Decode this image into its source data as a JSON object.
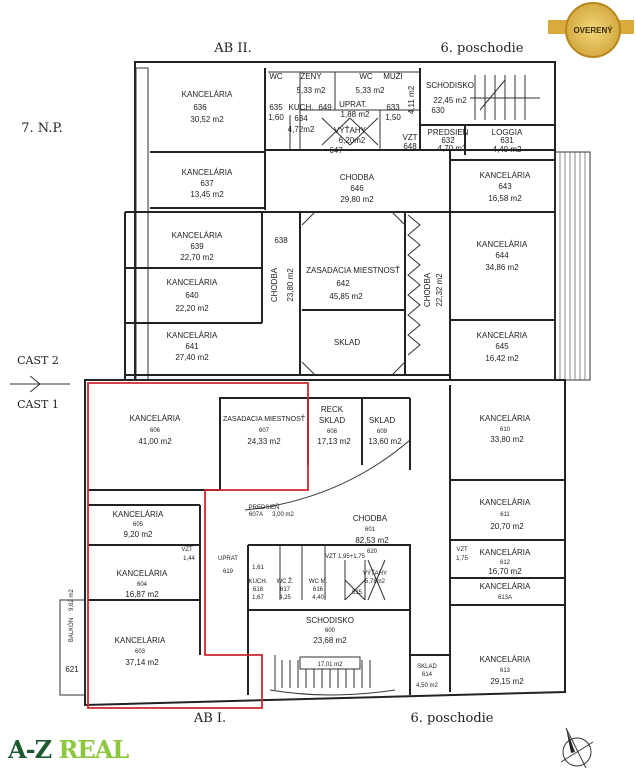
{
  "headings": {
    "ab2": "AB II.",
    "floor_top": "6. poschodie",
    "np": "7. N.P.",
    "cast2": "CAST 2",
    "cast1": "CAST 1",
    "ab1": "AB I.",
    "floor_bottom": "6. poschodie"
  },
  "badge": {
    "text": "OVERENÝ"
  },
  "logo": {
    "part1": "A-Z",
    "part2": "REAL"
  },
  "colors": {
    "selection_outline": "#d0262e",
    "logo_dark": "#1f5a32",
    "logo_light": "#8dc63f"
  },
  "rooms": {
    "r636": {
      "name": "KANCELÁRIA",
      "no": "636",
      "area": "30,52 m2"
    },
    "r637": {
      "name": "KANCELÁRIA",
      "no": "637",
      "area": "13,45 m2"
    },
    "wc1": "WC",
    "zeny": "ŽENY",
    "zeny_area": "5,33 m2",
    "wc2": "WC",
    "muzi": "MUŽI",
    "muzi_area": "5,33 m2",
    "r635": "635",
    "r635a": "1,60",
    "r634": {
      "name": "KUCH.",
      "no": "634",
      "area": "4,72m2"
    },
    "r649": "649",
    "uprat": {
      "name": "UPRAT.",
      "area": "1,88 m2"
    },
    "r633": "633",
    "r633a": "1,50",
    "vytahy": {
      "name": "VÝŤAHY",
      "area": "6,20m2",
      "no": "647"
    },
    "vzt648": {
      "name": "VZT",
      "no": "648",
      "area": "4,11 m2"
    },
    "r630": {
      "name": "SCHODISKO",
      "area": "22,45 m2",
      "no": "630"
    },
    "r632": {
      "name": "PREDSIEŇ",
      "no": "632",
      "area": "4,70 m2"
    },
    "r631": {
      "name": "LOGGIA",
      "no": "631",
      "area": "4,40 m2"
    },
    "r646": {
      "name": "CHODBA",
      "no": "646",
      "area": "29,80 m2"
    },
    "r643": {
      "name": "KANCELÁRIA",
      "no": "643",
      "area": "16,58 m2"
    },
    "r639": {
      "name": "KANCELÁRIA",
      "no": "639",
      "area": "22,70 m2"
    },
    "r640": {
      "name": "KANCELÁRIA",
      "no": "640",
      "area": "22,20 m2"
    },
    "r641": {
      "name": "KANCELÁRIA",
      "no": "641",
      "area": "27,40 m2"
    },
    "r638": {
      "no": "638",
      "name": "CHODBA",
      "area": "23,80 m2"
    },
    "r642": {
      "name": "ZASADACIA MIESTNOSŤ",
      "no": "642",
      "area": "45,85 m2"
    },
    "sklad642": "SKLAD",
    "chodba2232": {
      "name": "CHODBA",
      "area": "22,32 m2"
    },
    "r644": {
      "name": "KANCELÁRIA",
      "no": "644",
      "area": "34,86 m2"
    },
    "r645": {
      "name": "KANCELÁRIA",
      "no": "645",
      "area": "16,42 m2"
    },
    "r606": {
      "name": "KANCELÁRIA",
      "no": "606",
      "area": "41,00 m2"
    },
    "r607": {
      "name": "ZASADACIA MIESTNOSŤ",
      "no": "607",
      "area": "24,33 m2"
    },
    "r608": {
      "name1": "RECK",
      "name2": "SKLAD",
      "no": "608",
      "area": "17,13 m2"
    },
    "r609": {
      "name": "SKLAD",
      "no": "609",
      "area": "13,60 m2"
    },
    "r607a": {
      "name": "PREDSIEŇ",
      "no": "607A",
      "area": "3,00 m2"
    },
    "r601": {
      "name": "CHODBA",
      "no": "601",
      "area": "82,53 m2"
    },
    "r605": {
      "name": "KANCELÁRIA",
      "no": "605",
      "area": "9,20 m2"
    },
    "r604": {
      "name": "KANCELÁRIA",
      "no": "604",
      "area": "16,87 m2"
    },
    "r603": {
      "name": "KANCELÁRIA",
      "no": "603",
      "area": "37,14 m2"
    },
    "r621": {
      "name": "BALKÓN",
      "area": "9,62 m2",
      "no": "621"
    },
    "vzt_l": {
      "name": "VZT",
      "area": "1,44"
    },
    "r619": {
      "name": "UPRAT",
      "no": "619",
      "area": "1,61"
    },
    "r620": "620",
    "vzt_c": "VZT 1,95+1,75",
    "r618": {
      "name": "KUCH.",
      "no": "618",
      "area": "1,67"
    },
    "r617": {
      "name": "WC Ž.",
      "no": "617",
      "area": "4,25"
    },
    "r616": {
      "name": "WC M.",
      "no": "616",
      "area": "4,40"
    },
    "r615": {
      "name": "VÝŤAHY",
      "area": "5,78m2",
      "no": "615"
    },
    "r600": {
      "name": "SCHODISKO",
      "no": "600",
      "area": "23,68 m2",
      "sub": "17,01 m2"
    },
    "r614": {
      "name": "SKLAD",
      "no": "614",
      "area": "4,50 m2"
    },
    "vzt_r": {
      "name": "VZT",
      "area": "1,75"
    },
    "r610": {
      "name": "KANCELÁRIA",
      "no": "610",
      "area": "33,80 m2"
    },
    "r611": {
      "name": "KANCELÁRIA",
      "no": "611",
      "area": "20,70 m2"
    },
    "r612": {
      "name": "KANCELÁRIA",
      "no": "612",
      "area": "16,70 m2"
    },
    "r613a": {
      "name": "KANCELÁRIA",
      "no": "613A"
    },
    "r613": {
      "name": "KANCELÁRIA",
      "no": "613",
      "area": "29,15 m2"
    }
  }
}
